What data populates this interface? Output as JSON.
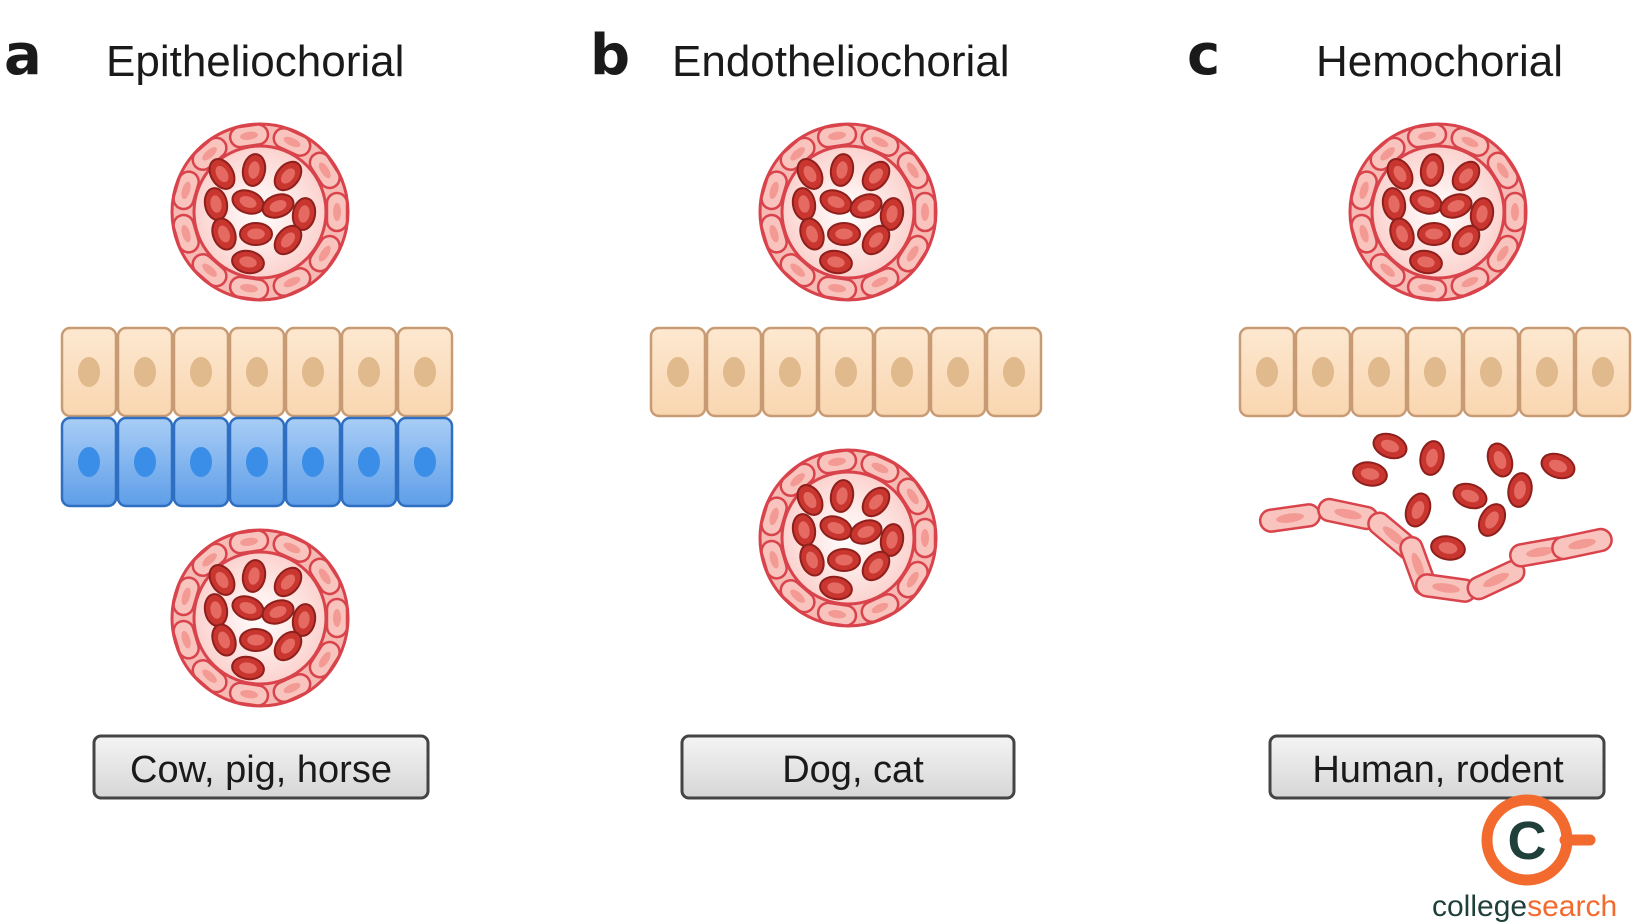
{
  "panels": [
    {
      "letter": "a",
      "title": "Epitheliochorial",
      "species": "Cow, pig, horse",
      "type": "epitheliochorial"
    },
    {
      "letter": "b",
      "title": "Endotheliochorial",
      "species": "Dog, cat",
      "type": "endotheliochorial"
    },
    {
      "letter": "c",
      "title": "Hemochorial",
      "species": "Human, rodent",
      "type": "hemochorial"
    }
  ],
  "logo": {
    "word_part1": "college",
    "word_part2": "search",
    "mark": "C"
  },
  "colors": {
    "vessel_ring_fill": "#f6b9b3",
    "vessel_ring_stroke": "#d9434b",
    "vessel_inner": "#fde3e1",
    "rbc_fill": "#c8362f",
    "rbc_center": "#e46a62",
    "epithelium_fill": "#fbdcb9",
    "epithelium_stroke": "#c89b74",
    "epithelium_nucleus": "#e0b98d",
    "maternal_epithelium_fill": "#6aaaf0",
    "maternal_epithelium_stroke": "#2e6fc2",
    "maternal_nucleus": "#3b8ee8",
    "label_fill": "#e4e4e4",
    "label_stroke": "#444444",
    "logo_orange": "#f26a2e",
    "logo_dark": "#1f3f3a"
  }
}
